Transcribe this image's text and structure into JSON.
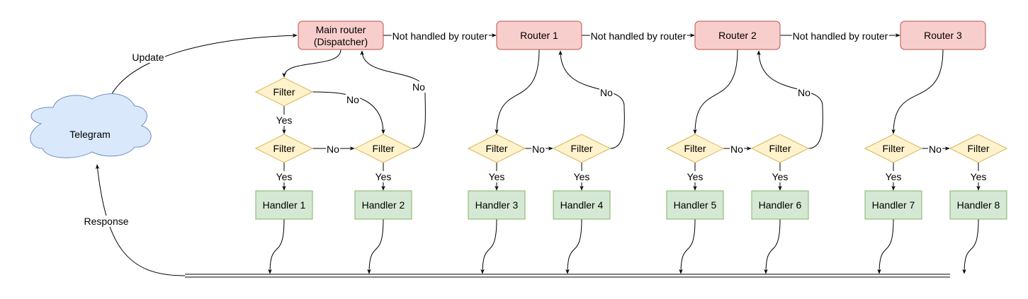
{
  "colors": {
    "router_fill": "#f8cecc",
    "router_stroke": "#b85450",
    "filter_fill": "#fff2cc",
    "filter_stroke": "#d6b656",
    "handler_fill": "#d5e8d4",
    "handler_stroke": "#82b366",
    "cloud_fill": "#dae8fc",
    "cloud_stroke": "#6c8ebf"
  },
  "cloud": {
    "label": "Telegram"
  },
  "routers": [
    {
      "label": "Main router",
      "label2": "(Dispatcher)"
    },
    {
      "label": "Router 1"
    },
    {
      "label": "Router 2"
    },
    {
      "label": "Router 3"
    }
  ],
  "filters": [
    {
      "label": "Filter"
    },
    {
      "label": "Filter"
    },
    {
      "label": "Filter"
    },
    {
      "label": "Filter"
    },
    {
      "label": "Filter"
    },
    {
      "label": "Filter"
    },
    {
      "label": "Filter"
    },
    {
      "label": "Filter"
    },
    {
      "label": "Filter"
    }
  ],
  "handlers": [
    {
      "label": "Handler 1"
    },
    {
      "label": "Handler 2"
    },
    {
      "label": "Handler 3"
    },
    {
      "label": "Handler 4"
    },
    {
      "label": "Handler 5"
    },
    {
      "label": "Handler 6"
    },
    {
      "label": "Handler 7"
    },
    {
      "label": "Handler 8"
    }
  ],
  "edge_labels": {
    "update": "Update",
    "response": "Response",
    "not_handled": "Not handled by router",
    "yes": "Yes",
    "no": "No"
  }
}
